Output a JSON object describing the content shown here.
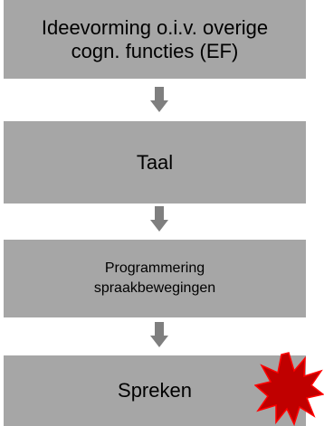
{
  "flow": {
    "steps": [
      {
        "label": "Ideevorming o.i.v. overige\ncogn. functies (EF)"
      },
      {
        "label": "Taal"
      },
      {
        "label": "Programmering\nspraakbewegingen"
      },
      {
        "label": "Spreken"
      }
    ],
    "colors": {
      "box": "#a6a6a6",
      "arrow": "#7f7f7f",
      "burst_fill": "#c00000",
      "burst_stroke": "#ff0000"
    },
    "icons": {
      "connector": "down-arrow-icon",
      "highlight": "explosion-burst-icon"
    }
  }
}
